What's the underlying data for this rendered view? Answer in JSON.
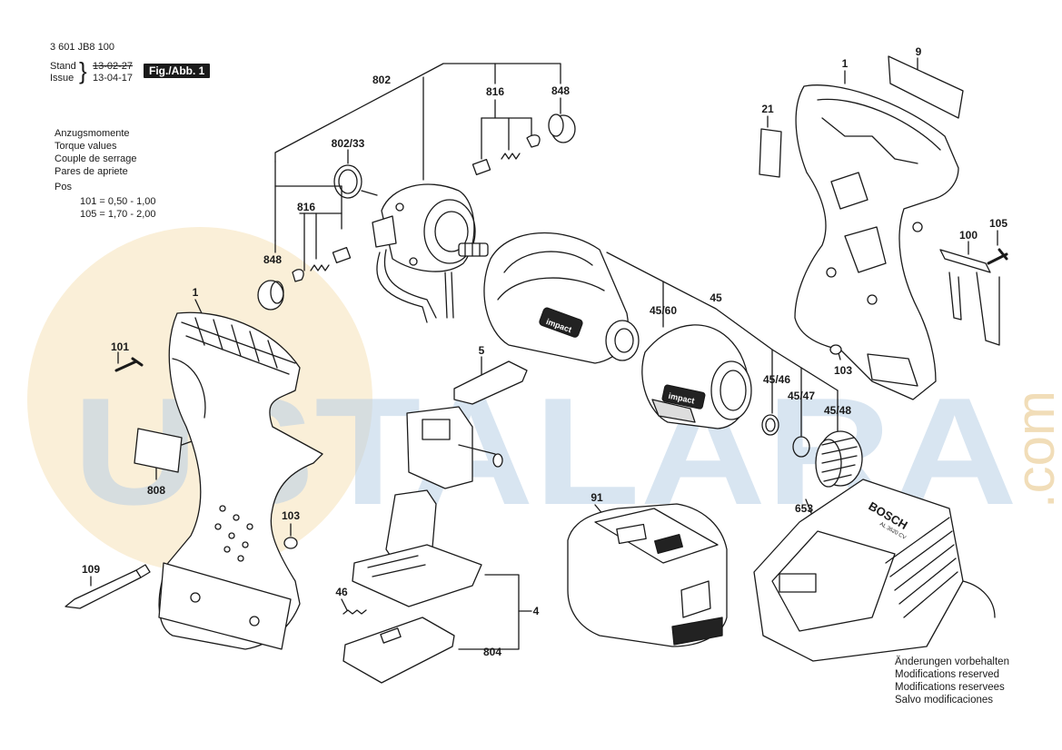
{
  "header": {
    "part_number": "3 601 JB8 100",
    "stand_label": "Stand",
    "issue_label": "Issue",
    "date_old": "13-02-27",
    "date_new": "13-04-17",
    "figure_label": "Fig./Abb. 1"
  },
  "torque": {
    "lines": [
      "Anzugsmomente",
      "Torque values",
      "Couple de serrage",
      "Pares de apriete"
    ],
    "pos_label": "Pos",
    "values": [
      "101 =  0,50 - 1,00",
      "105 =  1,70 - 2,00"
    ]
  },
  "callouts": [
    "802",
    "816",
    "848",
    "802/33",
    "816",
    "848",
    "1",
    "101",
    "5",
    "45/60",
    "45",
    "45/46",
    "45/47",
    "45/48",
    "808",
    "103",
    "109",
    "46",
    "804",
    "4",
    "91",
    "653",
    "1",
    "9",
    "21",
    "100",
    "105",
    "103"
  ],
  "battery_label": "impact",
  "charger_brand": "BOSCH",
  "charger_model": "AL 3620 CV",
  "watermark": {
    "text": "USTALARA",
    "suffix": ".com"
  },
  "notes": [
    "Änderungen vorbehalten",
    "Modifications reserved",
    "Modifications reservees",
    "Salvo modificaciones"
  ],
  "colors": {
    "line": "#1a1a1a",
    "watermark_blue": "#b9d0e6",
    "watermark_orange": "#f6e2b8"
  }
}
